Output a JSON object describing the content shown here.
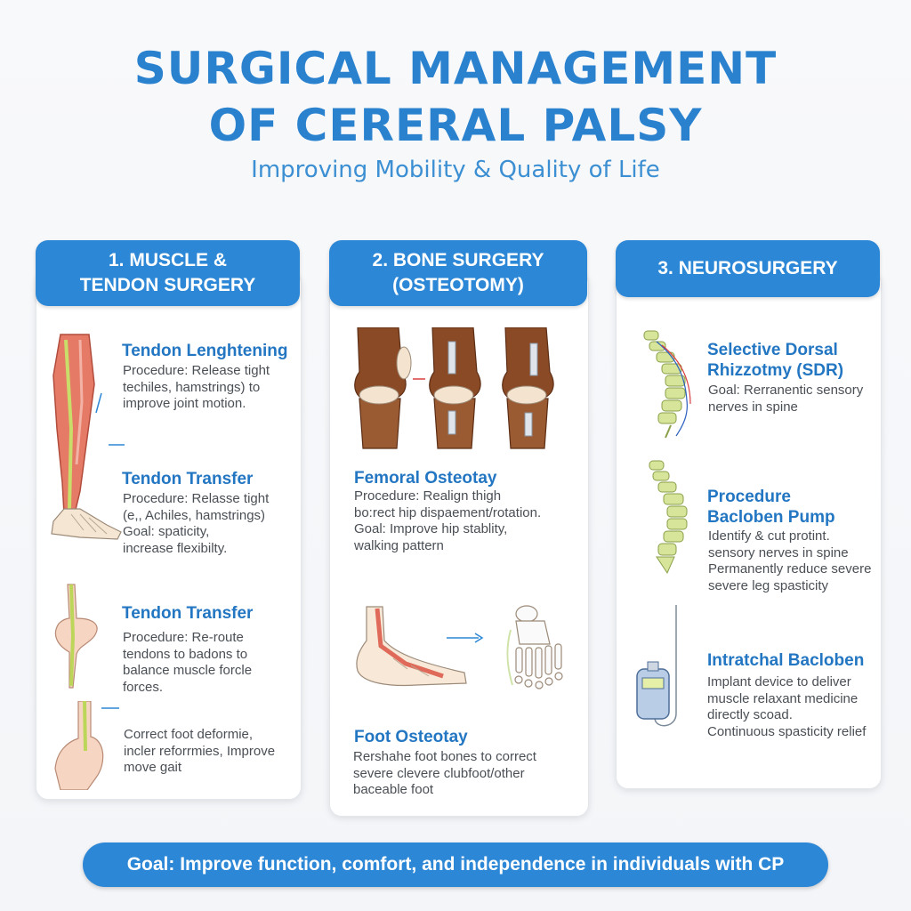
{
  "header": {
    "title_line1": "SURGICAL MANAGEMENT",
    "title_line2": "OF CERERAL PALSY",
    "subtitle": "Improving Mobility & Quality of Life"
  },
  "columns": [
    {
      "header": "1. MUSCLE &\nTENDON SURGERY",
      "sections": [
        {
          "title": "Tendon Lenghtening",
          "body": "Procedure: Release tight\ntechiles, hamstrings) to\nimprove joint motion."
        },
        {
          "title": "Tendon Transfer",
          "body": "Procedure: Relasse tight\n(e,, Achiles, hamstrings)\nGoal: spaticity,\nincrease flexibilty."
        },
        {
          "title": "Tendon Transfer",
          "body": "Procedure: Re-route\ntendons to badons to\nbalance muscle forcle\nforces."
        },
        {
          "title": "",
          "body": "Correct foot deformie,\nincler reforrmies, Improve\nmove gait"
        }
      ]
    },
    {
      "header": "2. BONE SURGERY\n(OSTEOTOMY)",
      "sections": [
        {
          "title": "Femoral Osteotay",
          "body": "Procedure: Realign thigh\nbo:rect hip dispaement/rotation.\nGoal:  Improve hip stablity,\nwalking pattern"
        },
        {
          "title": "Foot Osteotay",
          "body": "Rershahe foot bones to correct\nsevere clevere clubfoot/other\nbaceable foot"
        }
      ]
    },
    {
      "header": "3. NEUROSURGERY",
      "sections": [
        {
          "title": "Selective Dorsal\nRhizzotmy (SDR)",
          "body": "Goal: Rerranentic sensory\nnerves in spine"
        },
        {
          "title": "Procedure\nBacloben Pump",
          "body": "Identify & cut protint.\nsensory nerves in spine\nPermanently reduce severe\nsevere leg spasticity"
        },
        {
          "title": "Intratchal Bacloben",
          "body": "Implant device to deliver\nmuscle relaxant medicine\ndirectly scoad.\nContinuous spasticity relief"
        }
      ]
    }
  ],
  "footer": {
    "goal": "Goal: Improve function, comfort, and independence in individuals with CP"
  },
  "colors": {
    "accent": "#2c87d6",
    "title": "#2a82cf",
    "section_title": "#2376c2",
    "muscle": "#e0705f",
    "tendon": "#c9dd6a",
    "bone": "#f3e3cf",
    "knee_bone": "#8a4a25",
    "spine": "#d6e59a"
  },
  "icons": [
    "leg-muscle-icon",
    "tendon-icon",
    "ankle-icon",
    "knee-osteotomy-icon",
    "foot-side-icon",
    "foot-bones-icon",
    "spine-icon",
    "baclofen-pump-icon"
  ]
}
